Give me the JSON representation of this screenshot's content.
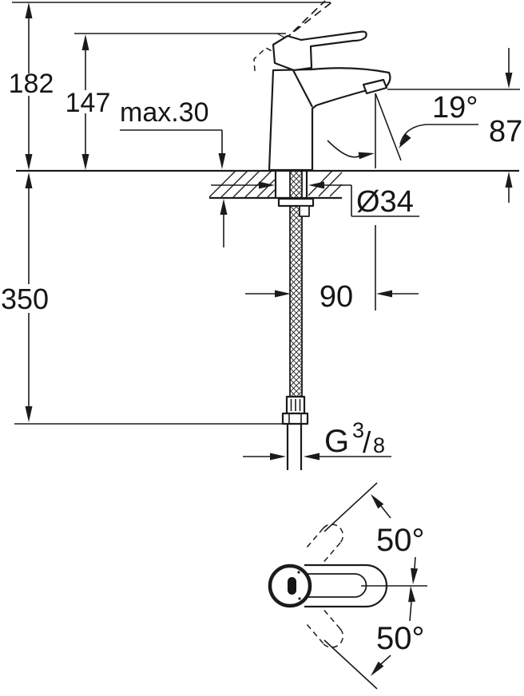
{
  "drawing": {
    "front_view": {
      "overall_height": "182",
      "body_height": "147",
      "max_deck_thickness": "max.30",
      "stream_angle": "19°",
      "outlet_height": "87",
      "hole_diameter": "Ø34",
      "hose_length": "350",
      "spout_reach": "90",
      "thread_g": "G",
      "thread_numerator": "3",
      "thread_slash": "/",
      "thread_denominator": "8"
    },
    "top_view": {
      "swivel_upper": "50°",
      "swivel_lower": "50°"
    },
    "colors": {
      "ink": "#1b1b1b",
      "paper": "#ffffff"
    }
  }
}
